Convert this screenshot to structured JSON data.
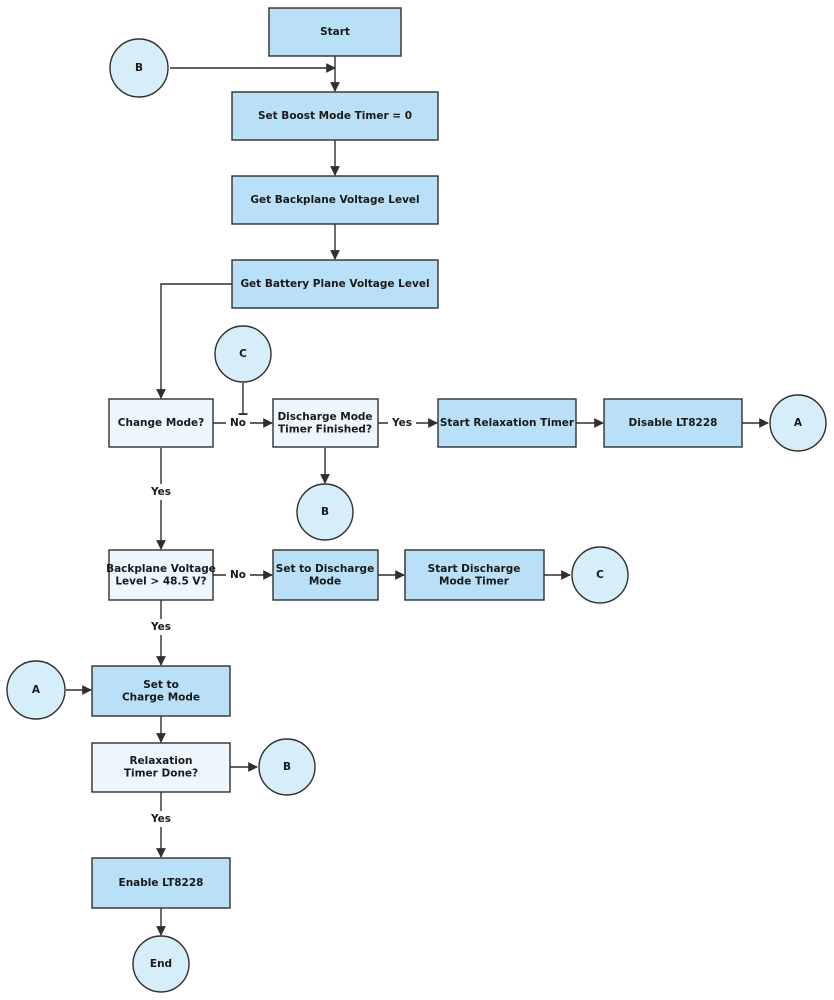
{
  "nodes": {
    "start": [
      "Start"
    ],
    "boost_timer": [
      "Set Boost Mode Timer = 0"
    ],
    "get_backplane": [
      "Get Backplane Voltage Level"
    ],
    "get_battery": [
      "Get Battery Plane Voltage Level"
    ],
    "change_mode": [
      "Change Mode?"
    ],
    "discharge_finished": [
      "Discharge Mode",
      "Timer Finished?"
    ],
    "start_relaxation": [
      "Start Relaxation Timer"
    ],
    "disable": [
      "Disable LT8228"
    ],
    "backplane_check": [
      "Backplane Voltage",
      "Level > 48.5 V?"
    ],
    "set_discharge": [
      "Set to Discharge",
      "Mode"
    ],
    "start_discharge": [
      "Start Discharge",
      "Mode Timer"
    ],
    "set_charge": [
      "Set to",
      "Charge Mode"
    ],
    "relaxation_done": [
      "Relaxation",
      "Timer Done?"
    ],
    "enable": [
      "Enable LT8228"
    ],
    "end": [
      "End"
    ]
  },
  "connectors": {
    "b_top": "B",
    "c_top": "C",
    "a_right": "A",
    "b_mid": "B",
    "c_right": "C",
    "a_left": "A",
    "b_lower": "B"
  },
  "edge_labels": {
    "yes": "Yes",
    "no": "No"
  }
}
